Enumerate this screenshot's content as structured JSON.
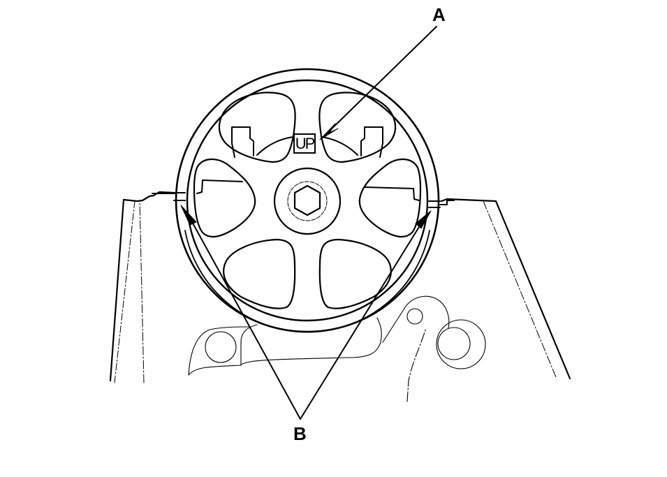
{
  "diagram": {
    "subject": "camshaft pulley installed on cylinder head",
    "callouts": {
      "a": {
        "label": "A",
        "points_to": "UP mark on pulley"
      },
      "b": {
        "label": "B",
        "points_to": "TDC marks aligned with cylinder head surface"
      }
    },
    "pulley_marking": "UP",
    "colors": {
      "line": "#000000",
      "background": "#ffffff"
    }
  }
}
